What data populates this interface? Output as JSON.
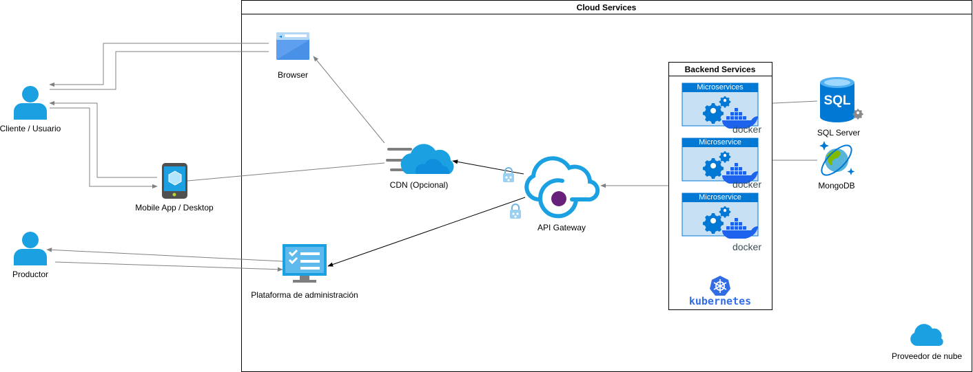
{
  "cloud": {
    "title": "Cloud Services",
    "provider_label": "Proveedor de nube"
  },
  "actors": {
    "client": "Cliente / Usuario",
    "producer": "Productor"
  },
  "nodes": {
    "browser": "Browser",
    "mobile": "Mobile App / Desktop",
    "cdn": "CDN (Opcional)",
    "api_gateway": "API Gateway",
    "admin": "Plataforma de administración"
  },
  "backend": {
    "title": "Backend Services",
    "services": [
      {
        "label": "Microservices",
        "brand": "docker"
      },
      {
        "label": "Microservice",
        "brand": "docker"
      },
      {
        "label": "Microservice",
        "brand": "docker"
      }
    ],
    "orchestrator": "kubernetes"
  },
  "databases": {
    "sql": "SQL Server",
    "mongo": "MongoDB"
  },
  "colors": {
    "azure_blue": "#0078D4",
    "icon_blue": "#1BA1E2",
    "purple": "#68217A",
    "k8s_blue": "#326CE5",
    "arrow_gray": "#808080"
  }
}
